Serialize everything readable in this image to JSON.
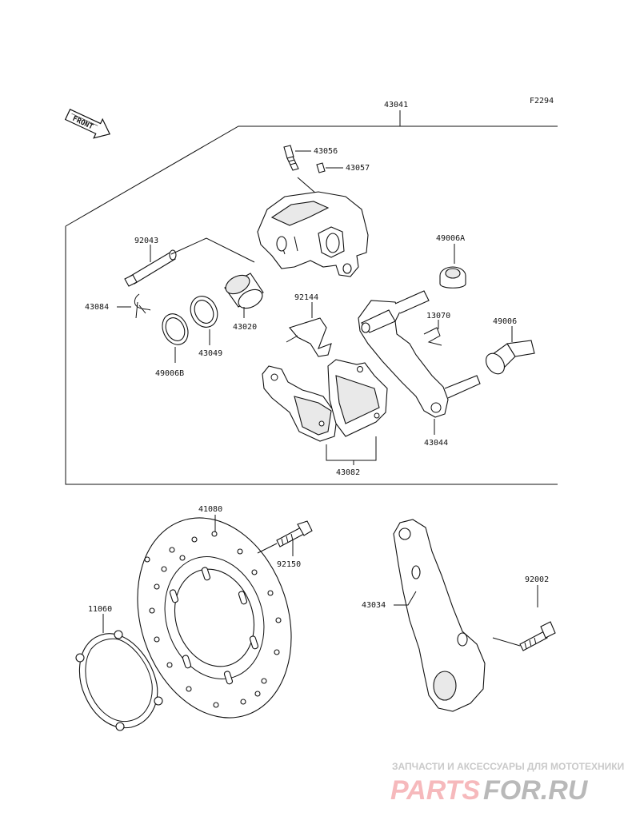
{
  "figure_code": "F2294",
  "front_marker": "FRONT",
  "labels": {
    "p43041": "43041",
    "p43056": "43056",
    "p43057": "43057",
    "p92043": "92043",
    "p49006A": "49006A",
    "p43084": "43084",
    "p92144": "92144",
    "p13070": "13070",
    "p49006": "49006",
    "p43020": "43020",
    "p43049": "43049",
    "p49006B": "49006B",
    "p43044": "43044",
    "p43082": "43082",
    "p41080": "41080",
    "p92150": "92150",
    "p92002": "92002",
    "p11060": "11060",
    "p43034": "43034"
  },
  "watermark": {
    "subtitle": "ЗАПЧАСТИ И АКСЕССУАРЫ ДЛЯ МОТОТЕХНИКИ",
    "logo_left": "PARTS",
    "logo_right": "FOR.RU",
    "color_primary": "#e9424a",
    "color_secondary": "#9a9a9a"
  }
}
